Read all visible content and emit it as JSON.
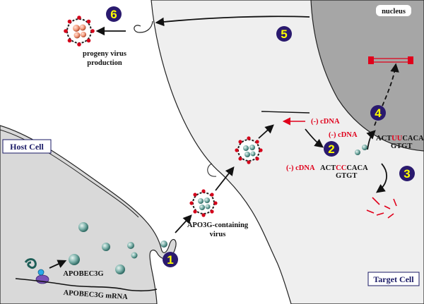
{
  "labels": {
    "host_cell": "Host Cell",
    "target_cell": "Target Cell",
    "nucleus": "nucleus",
    "apobec3g": "APOBEC3G",
    "apobec3g_mrna": "APOBEC3G mRNA",
    "apo3g_virus_line1": "APO3G-containing",
    "apo3g_virus_line2": "virus",
    "progeny_line1": "progeny virus",
    "progeny_line2": "production",
    "cdna_top": "(-) cDNA",
    "cdna_mid": "(-) cDNA",
    "cdna_low": "(-) cDNA"
  },
  "sequences": {
    "edited_top_prefix": "ACT",
    "edited_top_mutation": "UU",
    "edited_top_suffix": "CACA",
    "edited_bottom": "GTGT",
    "original_top_prefix": "ACT",
    "original_top_mutation": "CC",
    "original_top_suffix": "CACA",
    "original_bottom": "GTGT"
  },
  "steps": [
    "1",
    "2",
    "3",
    "4",
    "5",
    "6"
  ],
  "colors": {
    "step_circle": "#2a1a6e",
    "step_number": "#ffff00",
    "mutation": "#e0001b",
    "cell_fill": "#d9d9d9",
    "nucleus_fill": "#a6a6a6",
    "target_fill": "#efefef",
    "apobec_ball": "#7fb3ac",
    "virus_spike": "#d4001a"
  }
}
